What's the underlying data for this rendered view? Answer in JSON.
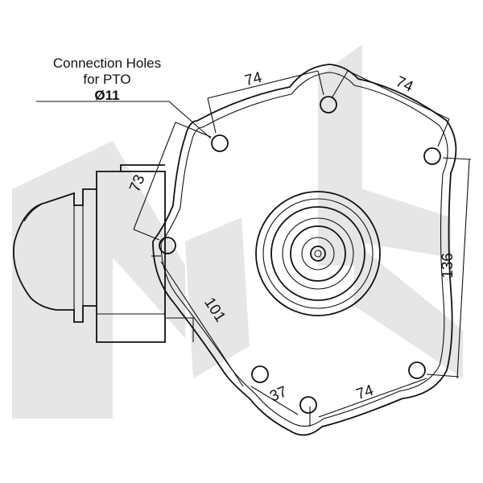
{
  "callout": {
    "line1": "Connection Holes",
    "line2": "for PTO",
    "line3": "Ø11"
  },
  "dimensions": {
    "top_left_spacing": "74",
    "top_right_spacing": "74",
    "right_vertical": "136",
    "left_upper": "73",
    "left_diagonal": "101",
    "bottom_left_spacing": "37",
    "bottom_right_spacing": "74"
  },
  "colors": {
    "line": "#111111",
    "watermark": "#e6e6e6",
    "background": "#ffffff"
  }
}
